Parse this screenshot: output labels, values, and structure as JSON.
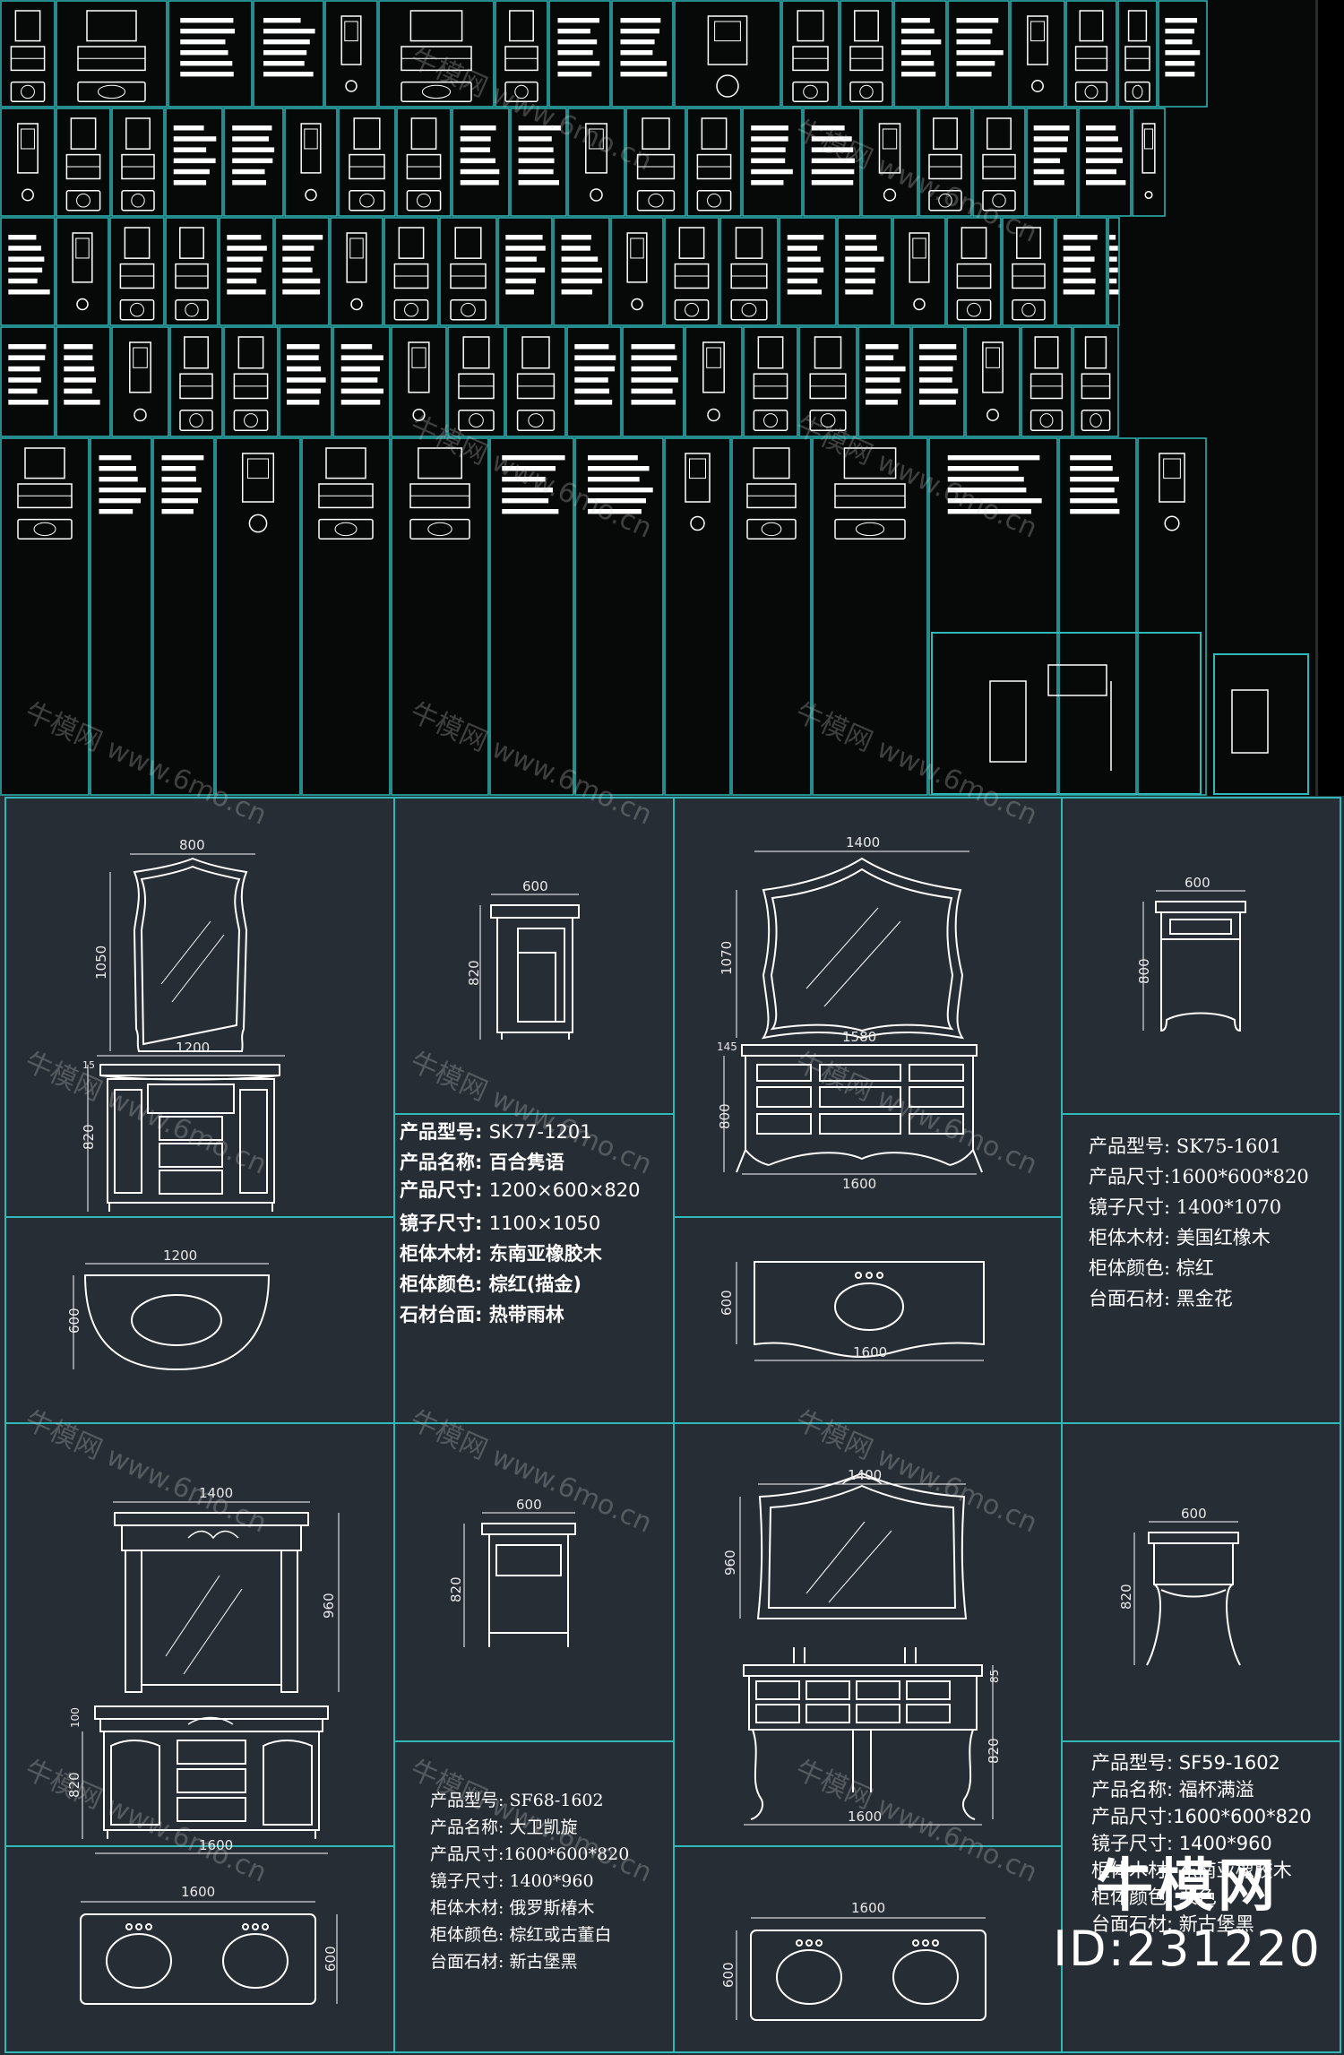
{
  "watermark": {
    "cn": "牛模网",
    "url": "www.6mo.cn"
  },
  "products": [
    {
      "id": "sk77",
      "spec_rows": [
        {
          "label": "产品型号:",
          "value": "SK77-1201"
        },
        {
          "label": "产品名称:",
          "value": "百合隽语"
        },
        {
          "label": "产品尺寸:",
          "value": "1200×600×820"
        },
        {
          "label": "镜子尺寸:",
          "value": "1100×1050"
        },
        {
          "label": "柜体木材:",
          "value": "东南亚橡胶木"
        },
        {
          "label": "柜体颜色:",
          "value": "棕红(描金)"
        },
        {
          "label": "石材台面:",
          "value": "热带雨林"
        }
      ],
      "dims": {
        "mirror_w": "800",
        "mirror_h": "1050",
        "cab_w": "1200",
        "cab_top": "15",
        "cab_h": "820",
        "side_w": "600",
        "side_h": "820",
        "top_w": "1200",
        "top_d": "600"
      }
    },
    {
      "id": "sk75",
      "spec_rows": [
        {
          "label": "产品型号:",
          "value": "SK75-1601"
        },
        {
          "label": "产品尺寸:",
          "value": "1600*600*820"
        },
        {
          "label": "镜子尺寸:",
          "value": "1400*1070"
        },
        {
          "label": "柜体木材:",
          "value": "美国红橡木"
        },
        {
          "label": "柜体颜色:",
          "value": "棕红"
        },
        {
          "label": "台面石材:",
          "value": "黑金花"
        }
      ],
      "dims": {
        "mirror_w": "1400",
        "mirror_h": "1070",
        "cab_w": "1580",
        "cab_top": "145",
        "cab_h": "800",
        "cab_bottom": "1600",
        "side_w": "600",
        "side_h": "800",
        "top_w": "1600",
        "top_d": "600"
      }
    },
    {
      "id": "sf68",
      "spec_rows": [
        {
          "label": "产品型号:",
          "value": "SF68-1602"
        },
        {
          "label": "产品名称:",
          "value": "大卫凯旋"
        },
        {
          "label": "产品尺寸:",
          "value": "1600*600*820"
        },
        {
          "label": "镜子尺寸:",
          "value": "1400*960"
        },
        {
          "label": "柜体木材:",
          "value": "俄罗斯椿木"
        },
        {
          "label": "柜体颜色:",
          "value": "棕红或古董白"
        },
        {
          "label": "台面石材:",
          "value": "新古堡黑"
        }
      ],
      "dims": {
        "mirror_w": "1400",
        "mirror_h": "960",
        "cab_top": "100",
        "cab_h": "820",
        "cab_bottom": "1600",
        "side_w": "600",
        "side_h": "820",
        "top_w": "1600",
        "top_d": "600"
      }
    },
    {
      "id": "sf59",
      "spec_rows": [
        {
          "label": "产品型号:",
          "value": "SF59-1602"
        },
        {
          "label": "产品名称:",
          "value": "福杯满溢"
        },
        {
          "label": "产品尺寸:",
          "value": "1600*600*820"
        },
        {
          "label": "镜子尺寸:",
          "value": "1400*960"
        },
        {
          "label": "柜体木材:",
          "value": "东南亚橡胶木"
        },
        {
          "label": "柜体颜色:",
          "value": "栗色"
        },
        {
          "label": "台面石材:",
          "value": "新古堡黑"
        }
      ],
      "dims": {
        "mirror_w": "1400",
        "mirror_h": "960",
        "cab_top": "85",
        "cab_h": "820",
        "cab_bottom": "1600",
        "side_w": "600",
        "side_h": "820",
        "top_w": "1600",
        "top_d": "600"
      }
    }
  ],
  "brand": {
    "name": "牛模网",
    "id_text": "ID:231220"
  },
  "colors": {
    "grid": "#2fb8b8",
    "line": "#ffffff",
    "panel_bg": "#262d34",
    "overview_bg": "#070808"
  }
}
